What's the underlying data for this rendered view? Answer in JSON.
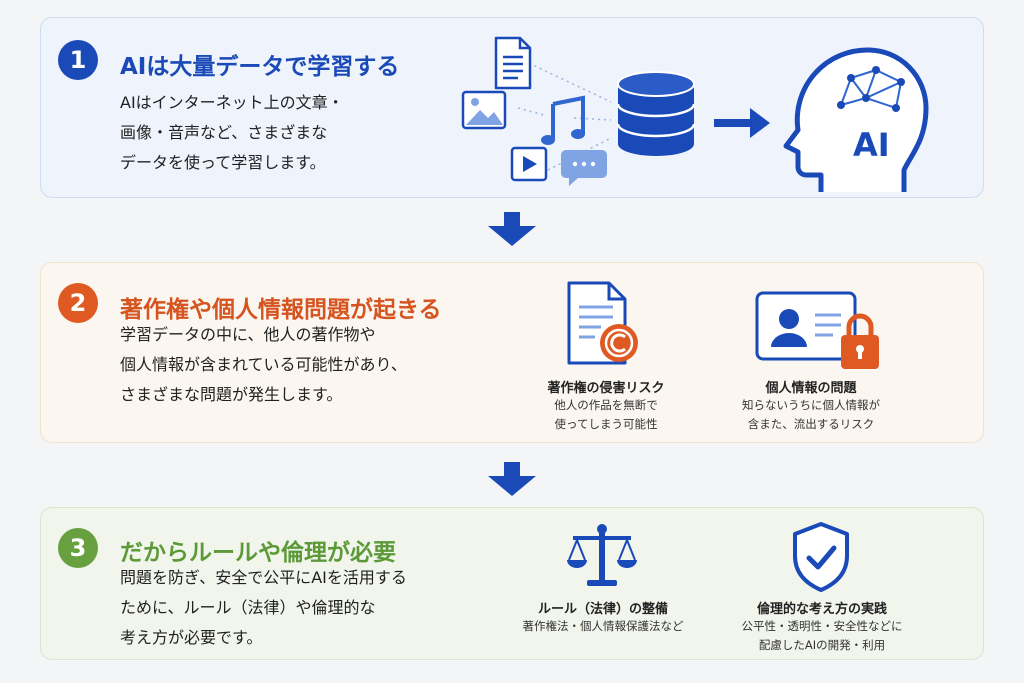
{
  "steps": [
    {
      "number": "1",
      "title": "AIは大量データで学習する",
      "body": [
        "AIはインターネット上の文章・",
        "画像・音声など、さまざまな",
        "データを使って学習します。"
      ],
      "ai_label": "AI"
    },
    {
      "number": "2",
      "title": "著作権や個人情報問題が起きる",
      "body": [
        "学習データの中に、他人の著作物や",
        "個人情報が含まれている可能性があり、",
        "さまざまな問題が発生します。"
      ],
      "items": [
        {
          "title": "著作権の侵害リスク",
          "desc": [
            "他人の作品を無断で",
            "使ってしまう可能性"
          ]
        },
        {
          "title": "個人情報の問題",
          "desc": [
            "知らないうちに個人情報が",
            "含また、流出するリスク"
          ]
        }
      ]
    },
    {
      "number": "3",
      "title": "だからルールや倫理が必要",
      "body": [
        "問題を防ぎ、安全で公平にAIを活用する",
        "ために、ルール（法律）や倫理的な",
        "考え方が必要です。"
      ],
      "items": [
        {
          "title": "ルール（法律）の整備",
          "desc": [
            "著作権法・個人情報保護法など"
          ]
        },
        {
          "title": "倫理的な考え方の実践",
          "desc": [
            "公平性・透明性・安全性などに",
            "配慮したAIの開発・利用"
          ]
        }
      ]
    }
  ],
  "colors": {
    "blue": "#1a4ab8",
    "orange": "#df5a23",
    "green": "#68a040"
  },
  "icons": [
    "document-icon",
    "image-icon",
    "music-icon",
    "video-icon",
    "chat-icon",
    "database-icon",
    "ai-head-icon",
    "copyright-document-icon",
    "id-card-lock-icon",
    "scales-icon",
    "shield-check-icon"
  ]
}
